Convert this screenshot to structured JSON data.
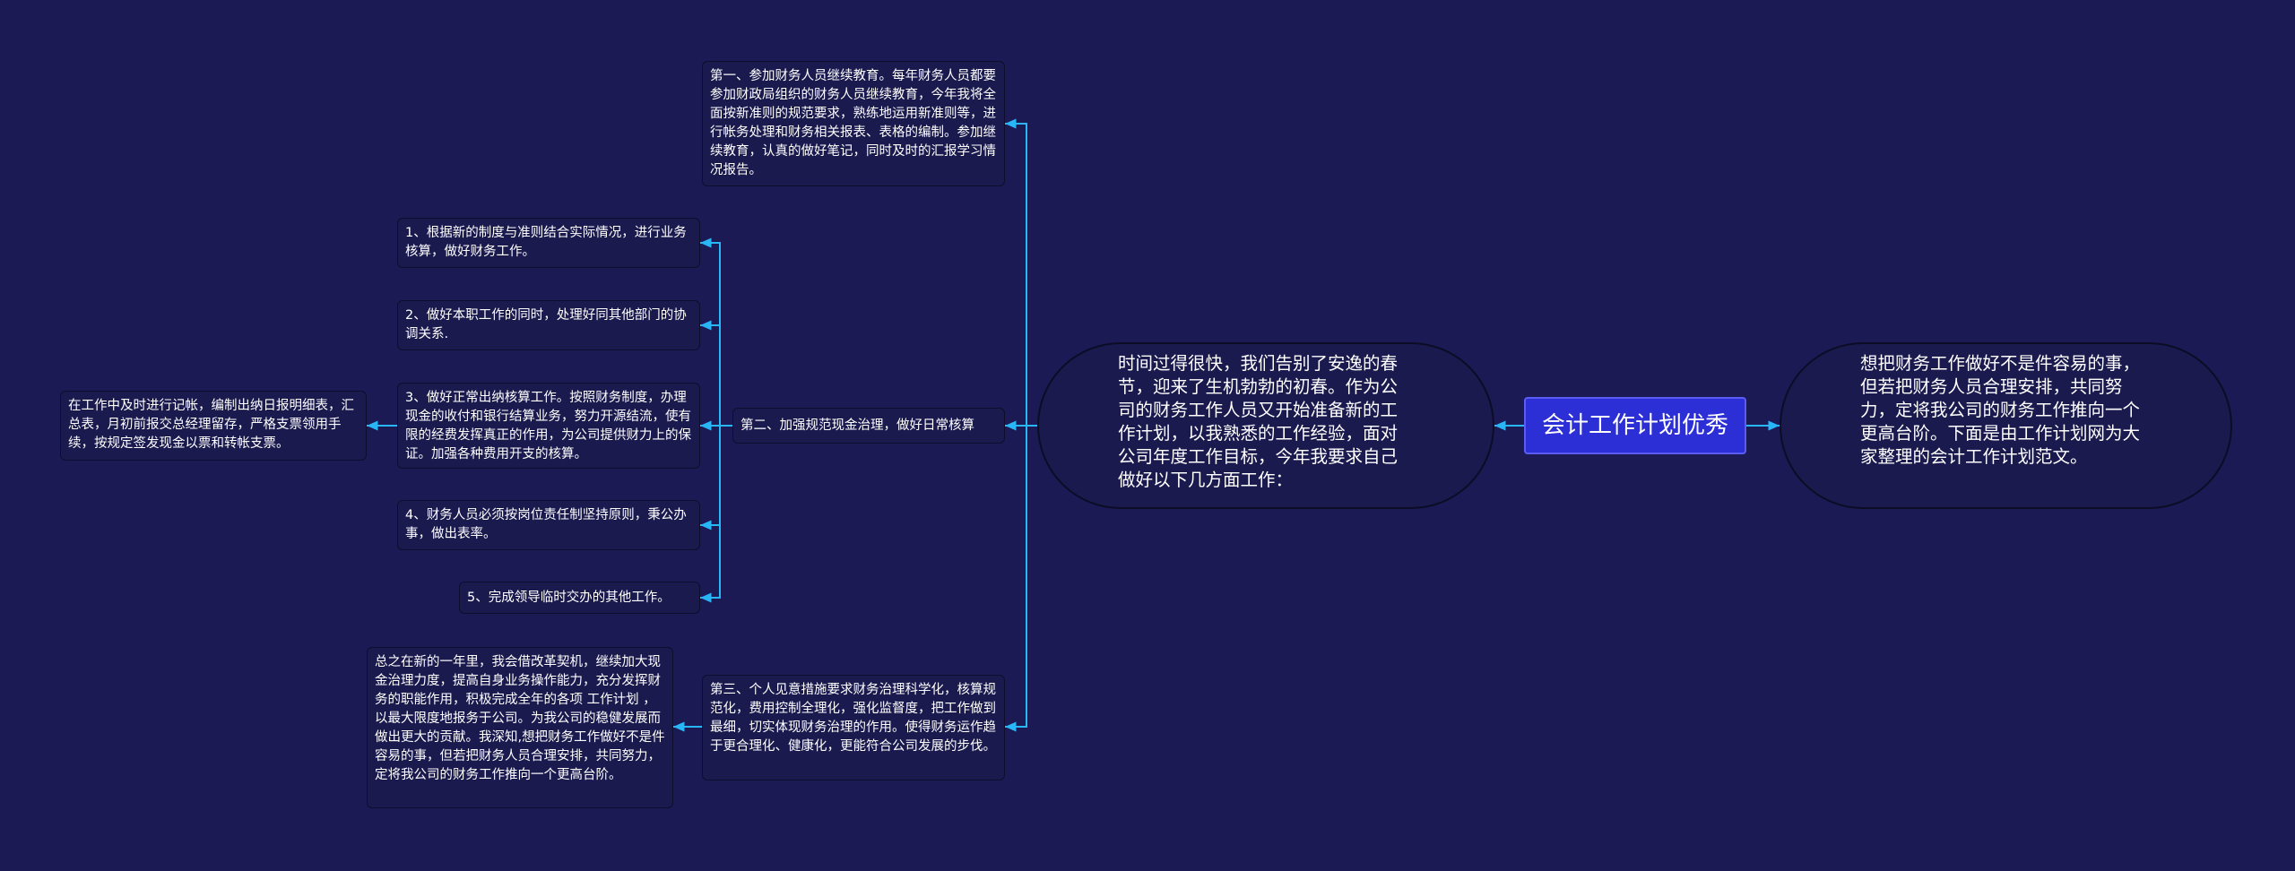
{
  "colors": {
    "background": "#1b1a55",
    "node": "#1a1a4e",
    "root": "#2d2fd6",
    "connector": "#29b6f6"
  },
  "root": {
    "label": "会计工作计划优秀"
  },
  "right": {
    "text": "想把财务工作做好不是件容易的事，但若把财务人员合理安排，共同努力，定将我公司的财务工作推向一个更高台阶。下面是由工作计划网为大家整理的会计工作计划范文。"
  },
  "intro": {
    "text": "时间过得很快，我们告别了安逸的春节，迎来了生机勃勃的初春。作为公司的财务工作人员又开始准备新的工作计划，以我熟悉的工作经验，面对公司年度工作目标，今年我要求自己做好以下几方面工作："
  },
  "first": {
    "text": "第一、参加财务人员继续教育。每年财务人员都要参加财政局组织的财务人员继续教育，今年我将全面按新准则的规范要求，熟练地运用新准则等，进行帐务处理和财务相关报表、表格的编制。参加继续教育，认真的做好笔记，同时及时的汇报学习情况报告。"
  },
  "second": {
    "text": "第二、加强规范现金治理，做好日常核算",
    "items": [
      "1、根据新的制度与准则结合实际情况，进行业务核算，做好财务工作。",
      "2、做好本职工作的同时，处理好同其他部门的协调关系.",
      "3、做好正常出纳核算工作。按照财务制度，办理现金的收付和银行结算业务，努力开源结流，使有限的经费发挥真正的作用，为公司提供财力上的保证。加强各种费用开支的核算。",
      "4、财务人员必须按岗位责任制坚持原则，秉公办事，做出表率。",
      "5、完成领导临时交办的其他工作。"
    ],
    "detail": "在工作中及时进行记帐，编制出纳日报明细表，汇总表，月初前报交总经理留存，严格支票领用手续，按规定签发现金以票和转帐支票。"
  },
  "third": {
    "text": "第三、个人见意措施要求财务治理科学化，核算规范化，费用控制全理化，强化监督度，把工作做到最细，切实体现财务治理的作用。使得财务运作趋于更合理化、健康化，更能符合公司发展的步伐。",
    "detail": "总之在新的一年里，我会借改革契机，继续加大现金治理力度，提高自身业务操作能力，充分发挥财务的职能作用，积极完成全年的各项 工作计划 ，以最大限度地报务于公司。为我公司的稳健发展而做出更大的贡献。我深知,想把财务工作做好不是件容易的事，但若把财务人员合理安排，共同努力，定将我公司的财务工作推向一个更高台阶。"
  }
}
